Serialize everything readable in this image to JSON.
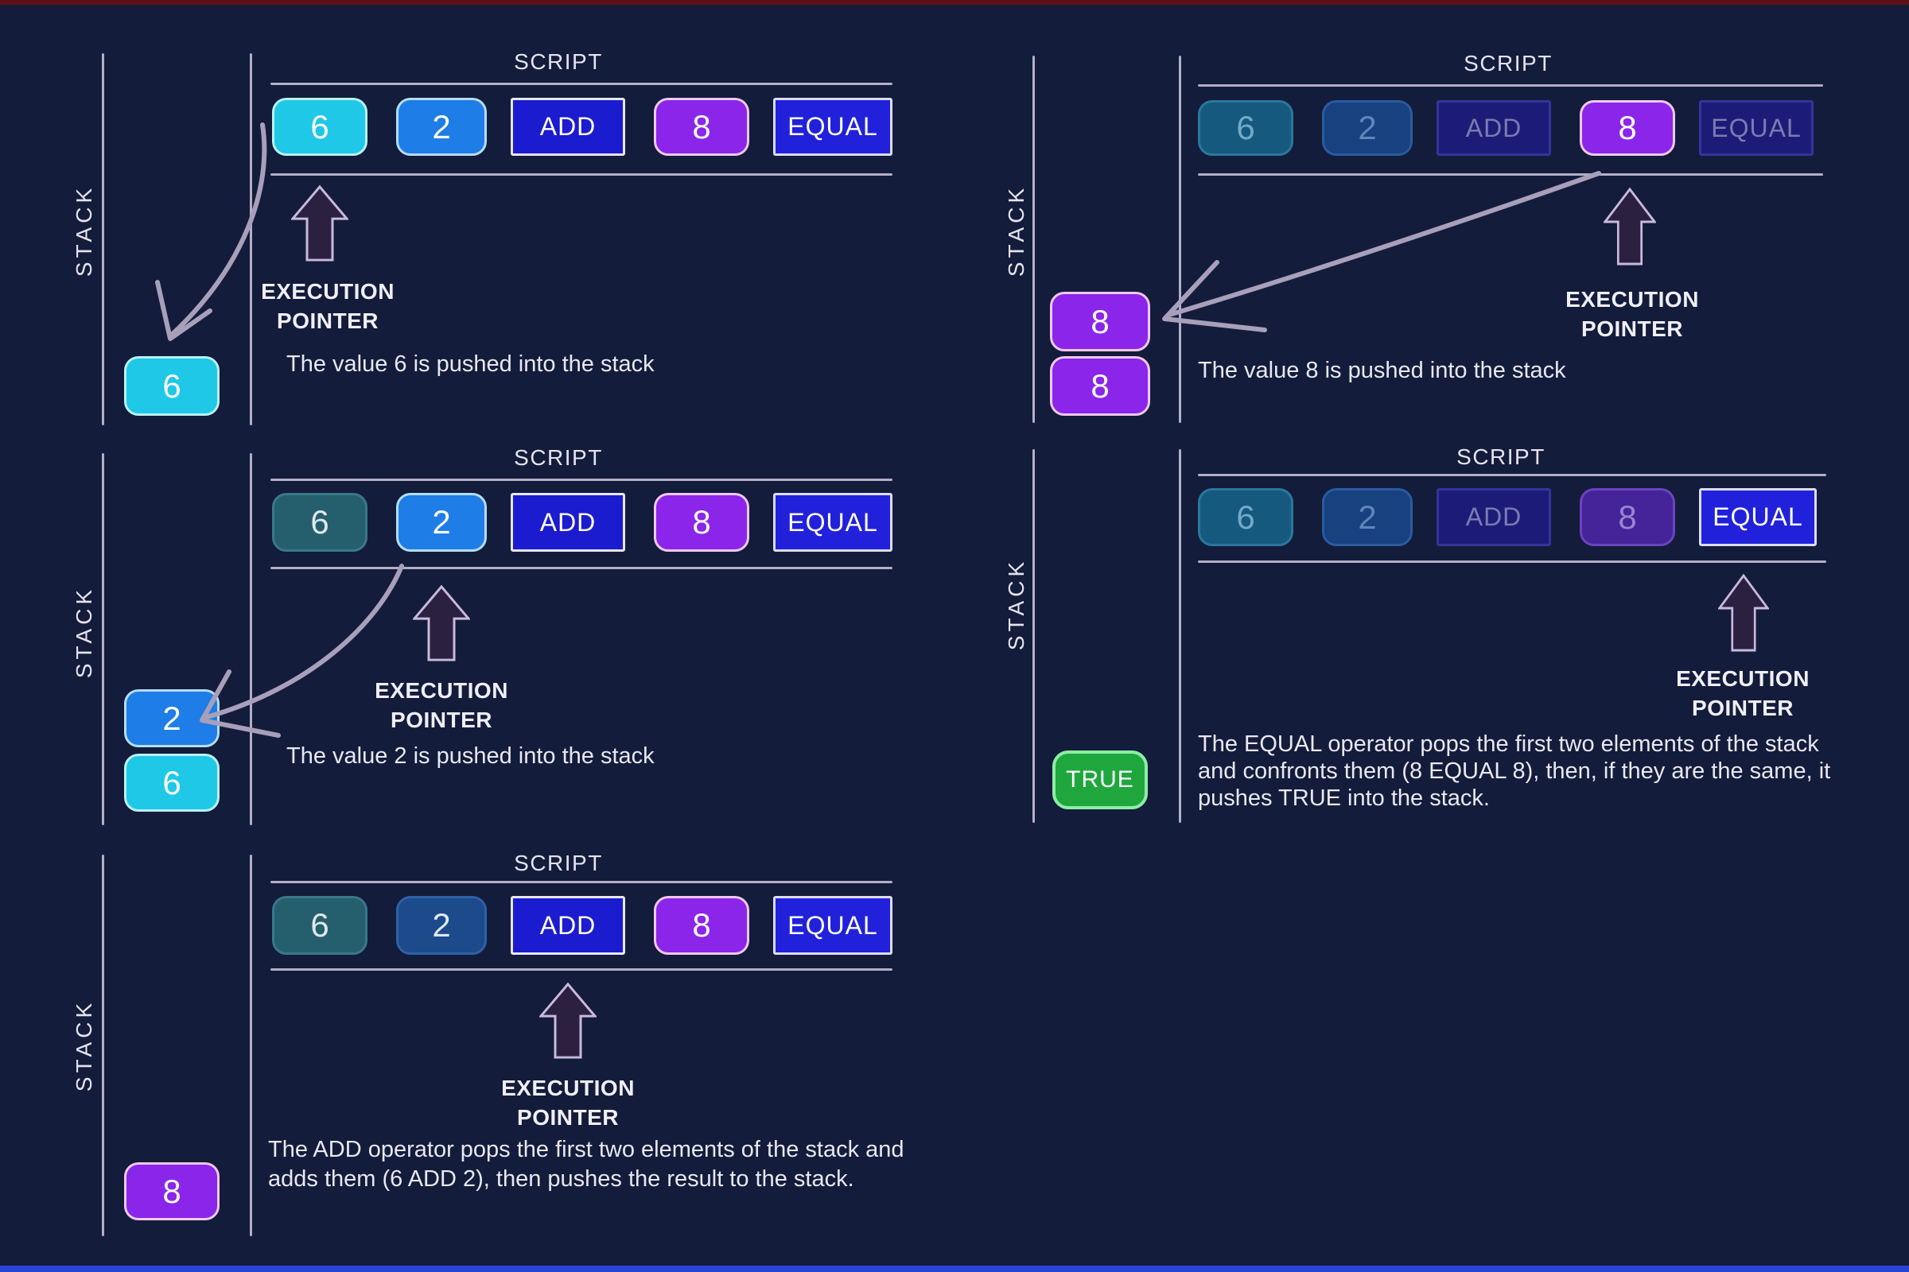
{
  "background": "#131c3a",
  "edge_strips": {
    "top_color": "#5c1014",
    "bottom_color": "#2743d6"
  },
  "colors": {
    "line": "#b4aec6",
    "text": "#e9e7f2",
    "token_cyan": "#1ec8e6",
    "token_blue": "#1e7de6",
    "token_op_blue": "#1b1bcf",
    "token_purple": "#8a25e9",
    "token_equal_blue": "#2121dc",
    "token_true_green": "#1fa73d",
    "pointer_arrow_fill": "#2c2040",
    "hand_arrow": "#a89fba"
  },
  "panels": [
    {
      "name": "step-1-push-6",
      "stack_label": "STACK",
      "script_label": "SCRIPT",
      "pointer_label": {
        "line1": "EXECUTION",
        "line2": "POINTER"
      },
      "caption": "The value 6 is pushed into the stack",
      "script_tokens": [
        {
          "label": "6",
          "state": "executing"
        },
        {
          "label": "2",
          "state": "pending"
        },
        {
          "label": "ADD",
          "state": "pending"
        },
        {
          "label": "8",
          "state": "pending"
        },
        {
          "label": "EQUAL",
          "state": "pending"
        }
      ],
      "stack_items": [
        {
          "label": "6"
        }
      ]
    },
    {
      "name": "step-2-push-2",
      "stack_label": "STACK",
      "script_label": "SCRIPT",
      "pointer_label": {
        "line1": "EXECUTION",
        "line2": "POINTER"
      },
      "caption": "The value 2 is pushed into the stack",
      "script_tokens": [
        {
          "label": "6",
          "state": "done"
        },
        {
          "label": "2",
          "state": "executing"
        },
        {
          "label": "ADD",
          "state": "pending"
        },
        {
          "label": "8",
          "state": "pending"
        },
        {
          "label": "EQUAL",
          "state": "pending"
        }
      ],
      "stack_items": [
        {
          "label": "2"
        },
        {
          "label": "6"
        }
      ]
    },
    {
      "name": "step-3-add",
      "stack_label": "STACK",
      "script_label": "SCRIPT",
      "pointer_label": {
        "line1": "EXECUTION",
        "line2": "POINTER"
      },
      "caption": "The ADD operator pops the first two elements of the stack and adds them (6 ADD 2), then pushes the result to the stack.",
      "script_tokens": [
        {
          "label": "6",
          "state": "done"
        },
        {
          "label": "2",
          "state": "done"
        },
        {
          "label": "ADD",
          "state": "executing"
        },
        {
          "label": "8",
          "state": "pending"
        },
        {
          "label": "EQUAL",
          "state": "pending"
        }
      ],
      "stack_items": [
        {
          "label": "8"
        }
      ]
    },
    {
      "name": "step-4-push-8",
      "stack_label": "STACK",
      "script_label": "SCRIPT",
      "pointer_label": {
        "line1": "EXECUTION",
        "line2": "POINTER"
      },
      "caption": "The value 8 is pushed into the stack",
      "script_tokens": [
        {
          "label": "6",
          "state": "done"
        },
        {
          "label": "2",
          "state": "done"
        },
        {
          "label": "ADD",
          "state": "done"
        },
        {
          "label": "8",
          "state": "executing"
        },
        {
          "label": "EQUAL",
          "state": "pending"
        }
      ],
      "stack_items": [
        {
          "label": "8"
        },
        {
          "label": "8"
        }
      ]
    },
    {
      "name": "step-5-equal",
      "stack_label": "STACK",
      "script_label": "SCRIPT",
      "pointer_label": {
        "line1": "EXECUTION",
        "line2": "POINTER"
      },
      "caption": "The EQUAL operator pops the first two elements of the stack and confronts them (8 EQUAL 8), then, if they are the same, it pushes TRUE into the stack.",
      "script_tokens": [
        {
          "label": "6",
          "state": "done"
        },
        {
          "label": "2",
          "state": "done"
        },
        {
          "label": "ADD",
          "state": "done"
        },
        {
          "label": "8",
          "state": "done"
        },
        {
          "label": "EQUAL",
          "state": "executing"
        }
      ],
      "stack_items": [
        {
          "label": "TRUE"
        }
      ]
    }
  ]
}
